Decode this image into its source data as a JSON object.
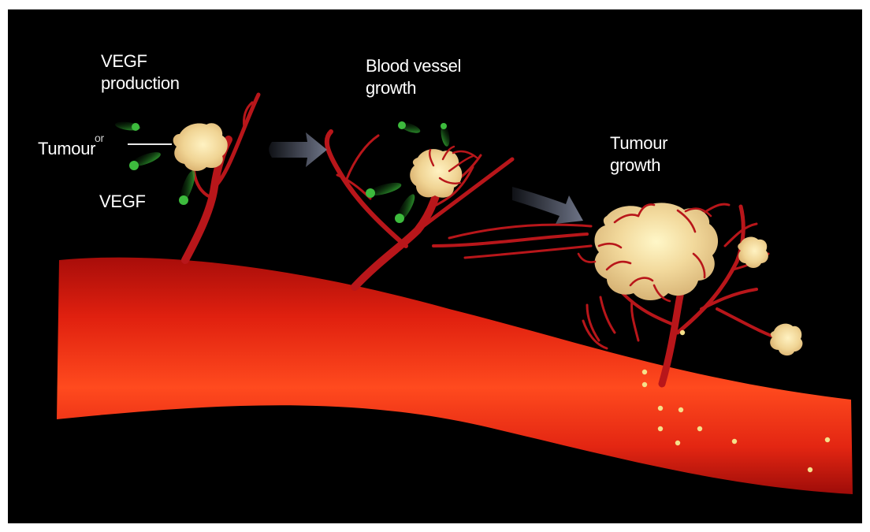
{
  "diagram": {
    "labels": {
      "vegf_production": "VEGF\nproduction",
      "tumour": "Tumour",
      "tumour_fragment": "or",
      "vegf": "VEGF",
      "blood_vessel_growth": "Blood vessel\ngrowth",
      "tumour_growth": "Tumour\ngrowth"
    },
    "colors": {
      "background": "#000000",
      "vessel_dark": "#b30f0b",
      "vessel_light": "#ff4a1e",
      "capillary": "#b8161a",
      "tumour": "#f2d79a",
      "vegf_particle": "#2e9b2e",
      "arrow": "#5a6070",
      "cell": "#f5e08a"
    }
  }
}
